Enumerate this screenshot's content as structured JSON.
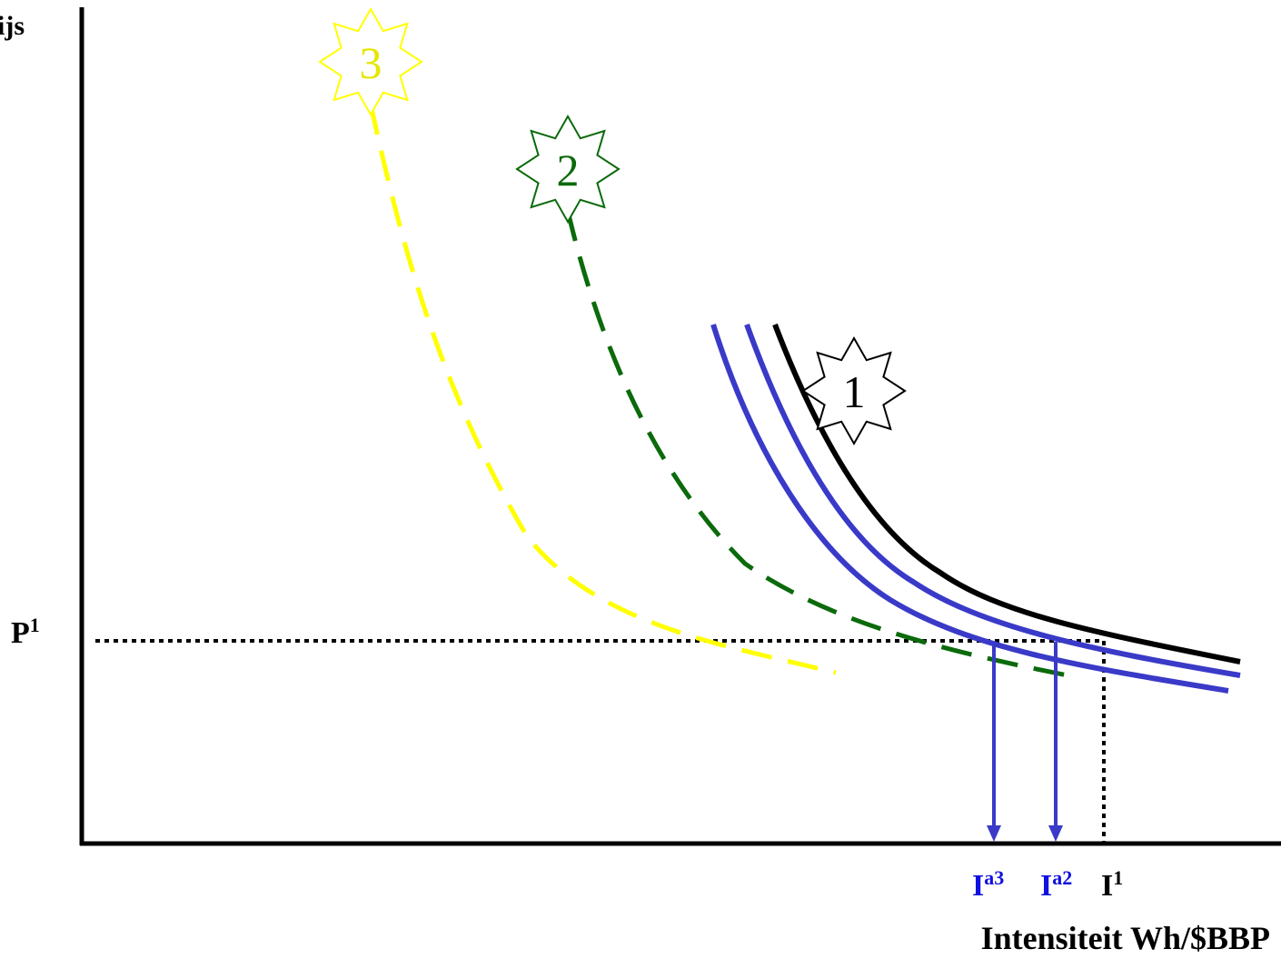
{
  "axes": {
    "y_label": "ijs",
    "x_label": "Intensiteit Wh/$BBP"
  },
  "reference": {
    "p_label": "P",
    "p_sup": "1",
    "i_label": "I",
    "i_sup": "1"
  },
  "markers": [
    {
      "base": "I",
      "sup": "a3"
    },
    {
      "base": "I",
      "sup": "a2"
    }
  ],
  "badges": [
    {
      "label": "1"
    },
    {
      "label": "2"
    },
    {
      "label": "3"
    }
  ],
  "colors": {
    "curve_1": "#000000",
    "shifted_curves": "#3a3ac8",
    "curve_2": "#0b6a0b",
    "curve_3": "#ffff00",
    "blue_labels": "#1010e0"
  }
}
